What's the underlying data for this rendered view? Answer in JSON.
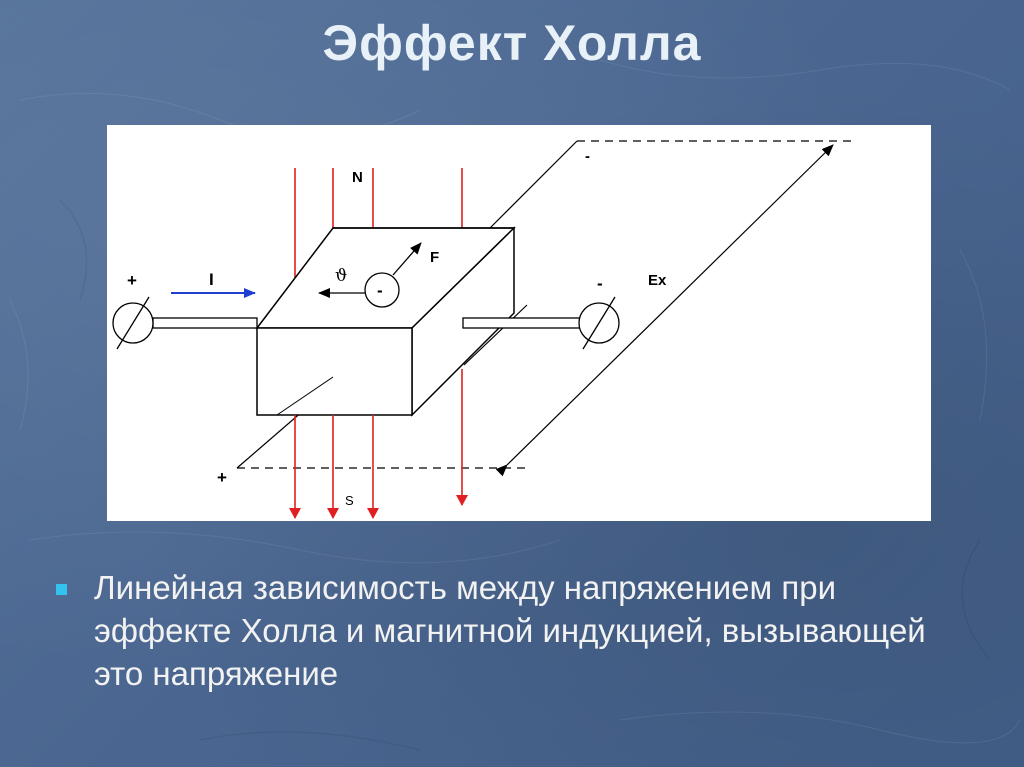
{
  "title": "Эффект Холла",
  "diagram": {
    "labels": {
      "current_plus": "+",
      "current": "I",
      "field": "N",
      "field_south": "S",
      "velocity": "ϑ",
      "electron": "-",
      "force": "F",
      "voltmeter_minus": "-",
      "hall_field": "Ex",
      "top_minus": "-",
      "bottom_plus": "+"
    },
    "colors": {
      "field_lines": "#e02020",
      "current_arrow": "#1f3fd0",
      "lines": "#000000"
    }
  },
  "bullet": {
    "text": "Линейная зависимость между напряжением при эффекте Холла и магнитной индукцией, вызывающей это напряжение"
  }
}
